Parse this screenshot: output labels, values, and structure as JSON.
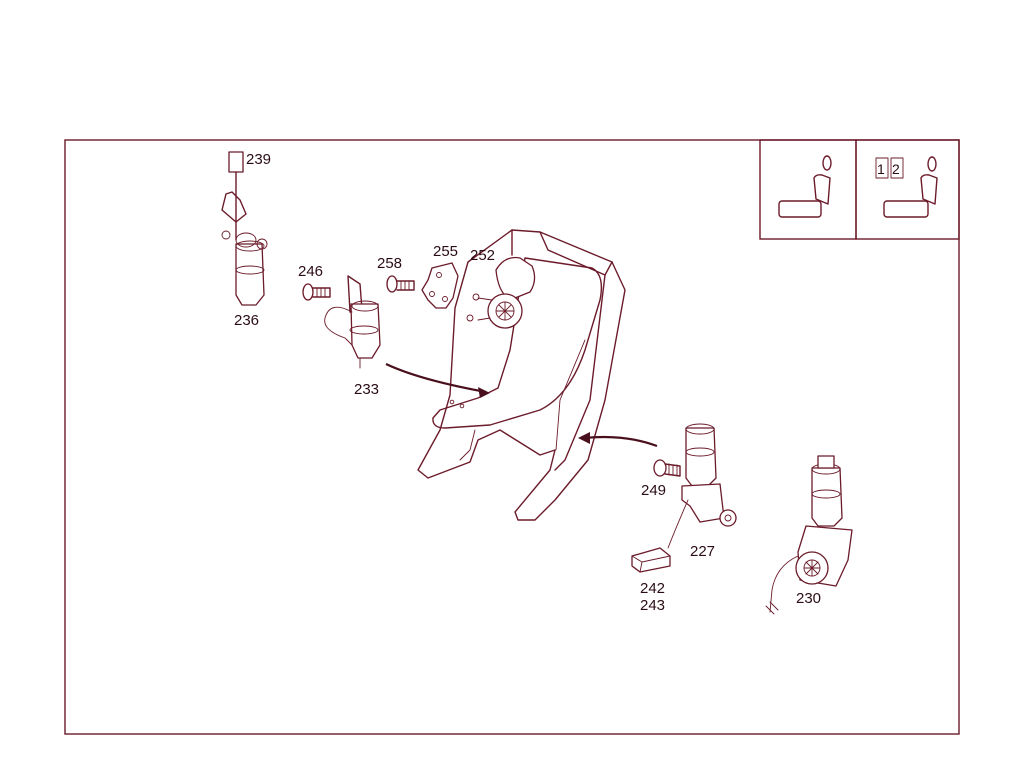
{
  "diagram": {
    "callouts": {
      "p239": "239",
      "p236": "236",
      "p246": "246",
      "p258": "258",
      "p255": "255",
      "p252": "252",
      "p233": "233",
      "p249": "249",
      "p227": "227",
      "p242": "242",
      "p243": "243",
      "p230": "230"
    },
    "legend": {
      "seat_positions": [
        "1",
        "2"
      ]
    },
    "colors": {
      "ink": "#6b1b2a",
      "label": "#2a0d14",
      "background": "#ffffff"
    }
  }
}
